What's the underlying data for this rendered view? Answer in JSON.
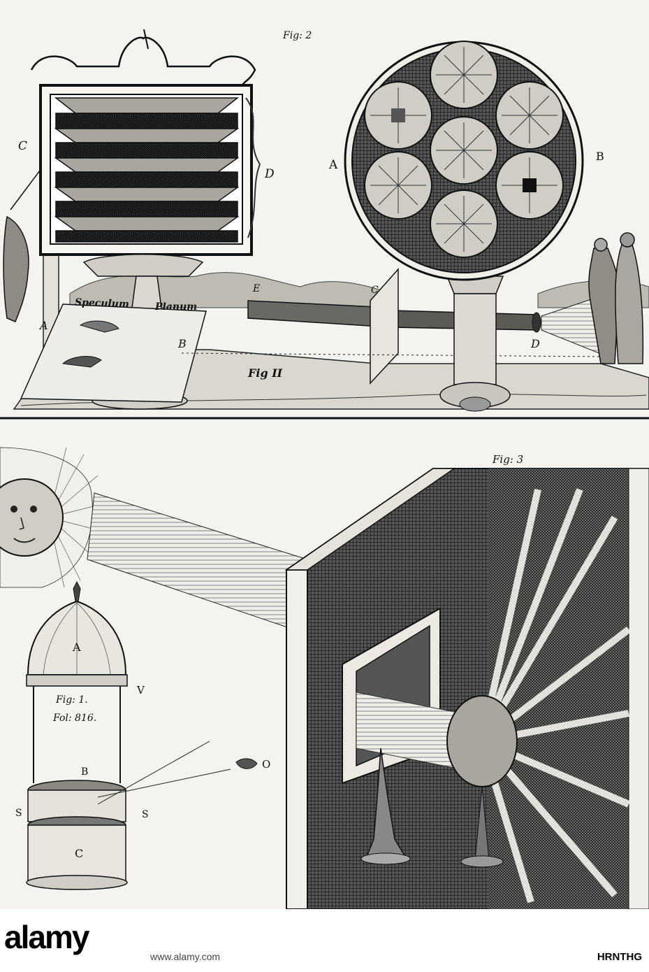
{
  "figure": {
    "fig2_caption": "Fig: 2",
    "fig11_caption": "Fig II",
    "fig3_caption": "Fig: 3",
    "fig1_caption": "Fig: 1.",
    "fig1_folio": "Fol: 816.",
    "speculum": "Speculum",
    "planum": "Planum",
    "labels": {
      "c_left": "C",
      "d_left": "D",
      "a_left": "A",
      "b_left": "B",
      "a_wheel": "A",
      "b_wheel": "B",
      "c_screen": "C",
      "d_tube": "D",
      "e_tube": "E",
      "a_dome": "A",
      "v_dome": "V",
      "b_lamp": "B",
      "c_lamp": "C",
      "s_right": "S",
      "s_left": "S",
      "o_eye": "O"
    }
  },
  "stamp": {
    "brand": "alamy",
    "image_id": "HRNTHG",
    "url": "www.alamy.com"
  },
  "colors": {
    "ink": "#111111",
    "paper": "#f4f3ef",
    "background": "#ffffff"
  }
}
